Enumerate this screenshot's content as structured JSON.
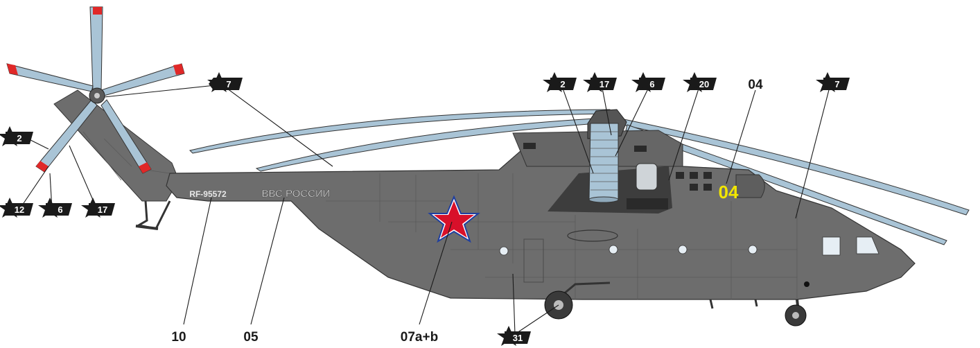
{
  "markings": {
    "registration": "RF-95572",
    "air_force_title": "ВВС РОССИИ",
    "side_number": "04",
    "side_number_color": "#f2e600",
    "star_color": "#d8102a",
    "fuselage_color": "#6d6d6d",
    "rotor_tip_color": "#e02828",
    "blade_color": "#a9c4d6"
  },
  "callouts": {
    "star_7_tail": "7",
    "star_2_left": "2",
    "star_12": "12",
    "star_6_left": "6",
    "star_17_left": "17",
    "star_2_top": "2",
    "star_17_top": "17",
    "star_6_top": "6",
    "star_20": "20",
    "num_04": "04",
    "star_7_nose": "7",
    "num_10": "10",
    "num_05": "05",
    "num_07ab": "07a+b",
    "star_31": "31"
  }
}
